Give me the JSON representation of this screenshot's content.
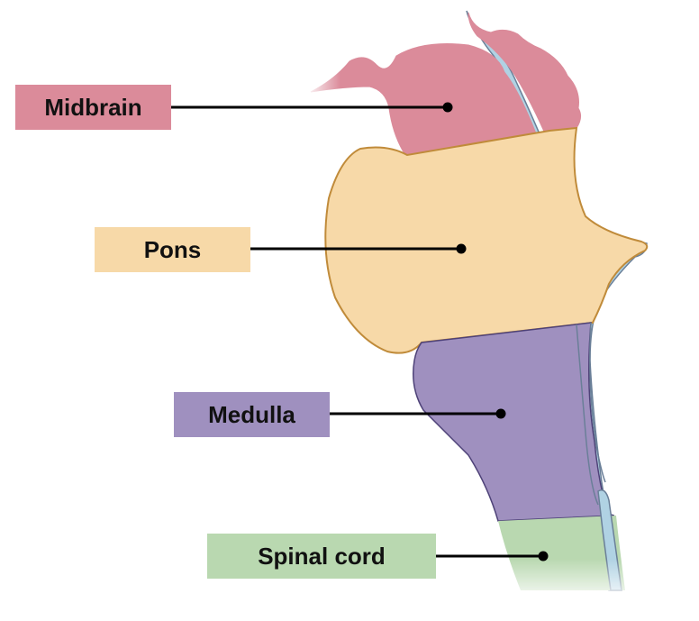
{
  "colors": {
    "midbrain": "#db8b9a",
    "pons": "#f7d9a8",
    "pons_outline": "#c08b3a",
    "medulla": "#9f90bf",
    "medulla_outline": "#4e4278",
    "spinal_cord": "#b9d8b0",
    "ventricle": "#b0d2e3",
    "ventricle_outline": "#6a7f98",
    "leader_line": "#000000"
  },
  "labels": {
    "midbrain": "Midbrain",
    "pons": "Pons",
    "medulla": "Medulla",
    "spinal_cord": "Spinal cord"
  }
}
